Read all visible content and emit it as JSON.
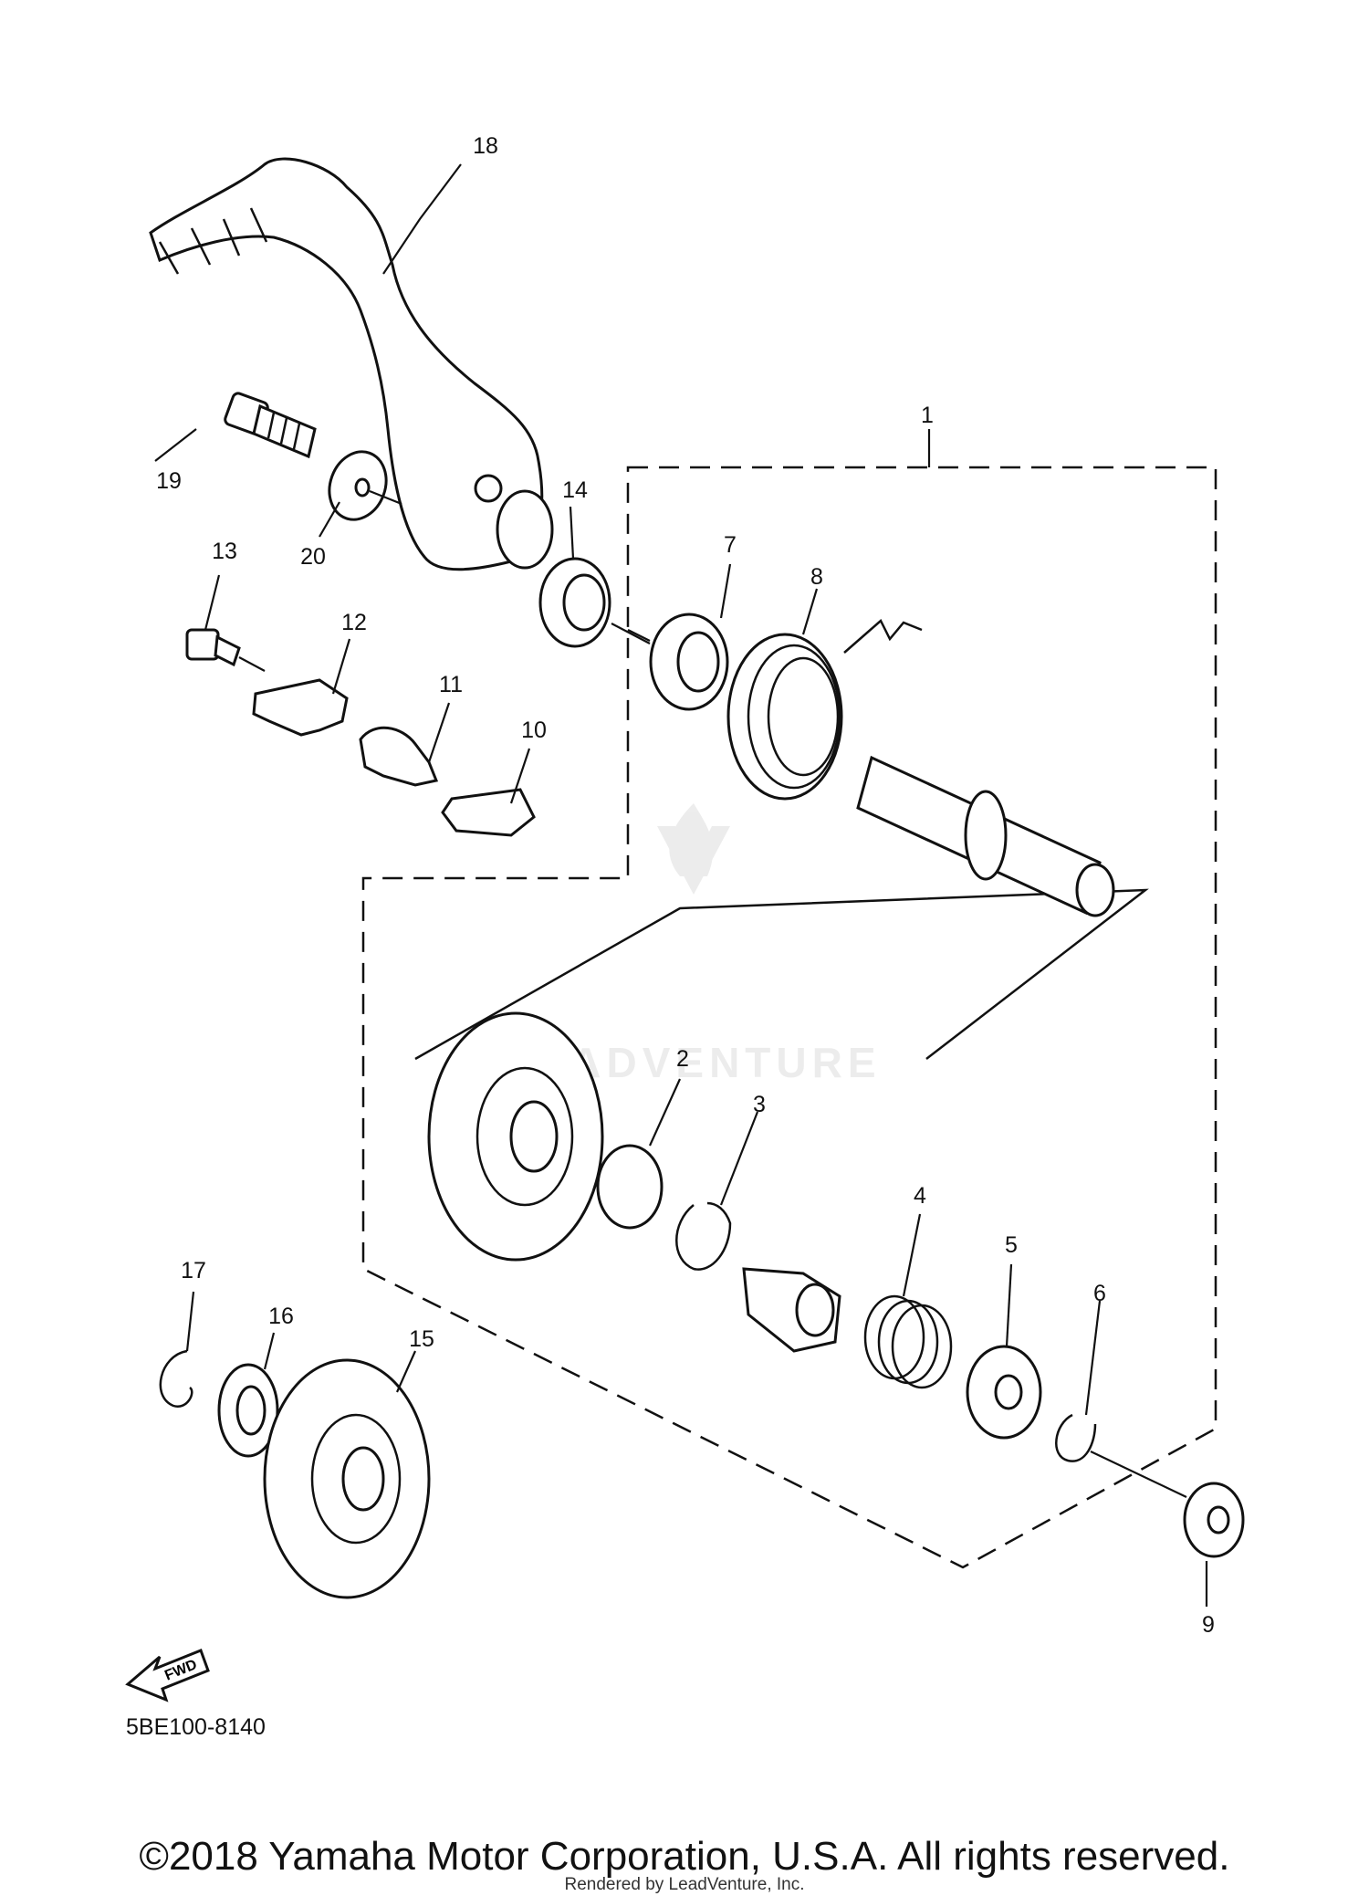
{
  "diagram": {
    "parts": [
      {
        "label": "1"
      },
      {
        "label": "2"
      },
      {
        "label": "3"
      },
      {
        "label": "4"
      },
      {
        "label": "5"
      },
      {
        "label": "6"
      },
      {
        "label": "7"
      },
      {
        "label": "8"
      },
      {
        "label": "9"
      },
      {
        "label": "10"
      },
      {
        "label": "11"
      },
      {
        "label": "12"
      },
      {
        "label": "13"
      },
      {
        "label": "14"
      },
      {
        "label": "15"
      },
      {
        "label": "16"
      },
      {
        "label": "17"
      },
      {
        "label": "18"
      },
      {
        "label": "19"
      },
      {
        "label": "20"
      }
    ],
    "fwd_label": "FWD",
    "watermark": "LEADVENTURE",
    "diagram_code": "5BE100-8140"
  },
  "footer": {
    "copyright": "©2018 Yamaha Motor Corporation, U.S.A. All rights reserved.",
    "rendered_by": "Rendered by LeadVenture, Inc."
  }
}
